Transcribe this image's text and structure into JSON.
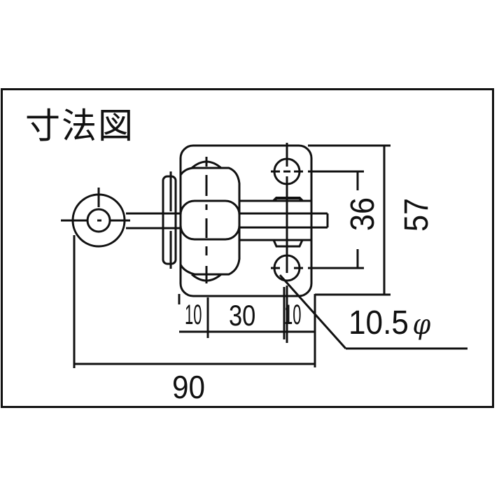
{
  "drawing": {
    "title": "寸法図",
    "subject": "toggle clamp",
    "line_color": "#111111",
    "background": "#ffffff"
  },
  "dimensions": {
    "overall_length": "90",
    "base_width_left": "10",
    "base_middle": "30",
    "base_width_right": "10",
    "hole_pitch": "36",
    "base_height": "57",
    "hole_diameter": "10.5",
    "hole_diameter_symbol": "φ"
  }
}
